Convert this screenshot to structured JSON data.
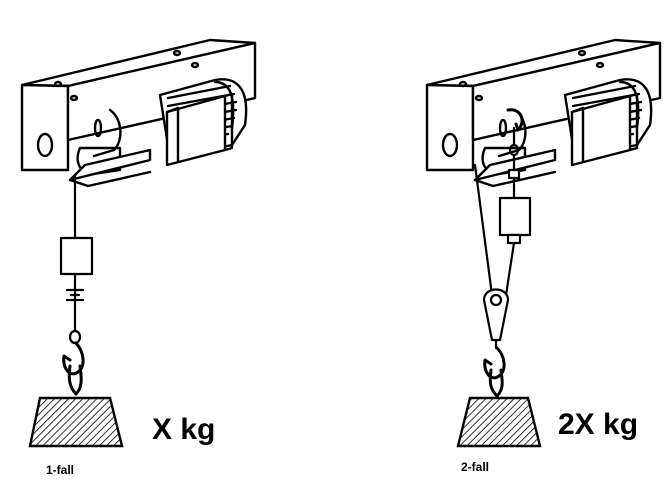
{
  "hoists": [
    {
      "weight_label": "X kg",
      "fall_label": "1-fall"
    },
    {
      "weight_label": "2X kg",
      "fall_label": "2-fall"
    }
  ],
  "colors": {
    "line": "#000000",
    "background": "#ffffff"
  }
}
